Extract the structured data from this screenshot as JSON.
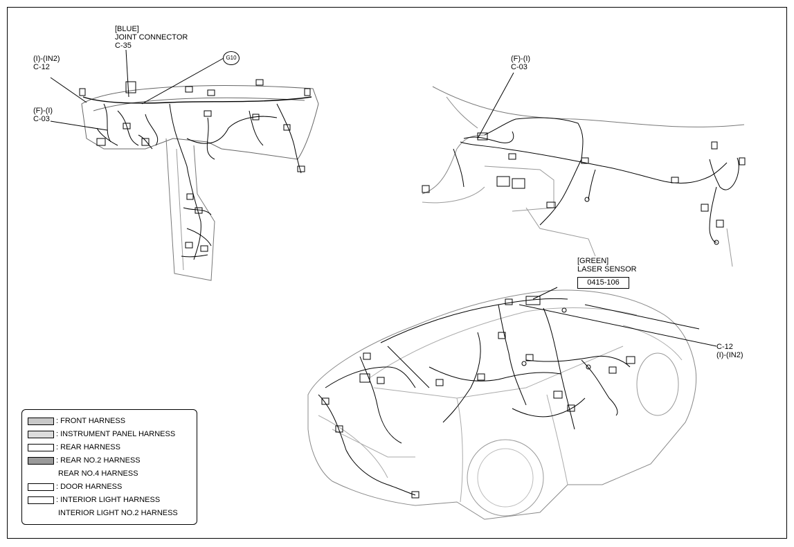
{
  "callouts": {
    "blue_connector": {
      "color": "[BLUE]",
      "name": "JOINT CONNECTOR",
      "code": "C-35"
    },
    "left_in2": {
      "line1": "(I)-(IN2)",
      "line2": "C-12"
    },
    "left_fi": {
      "line1": "(F)-(I)",
      "line2": "C-03"
    },
    "ground": "G10",
    "right_fi": {
      "line1": "(F)-(I)",
      "line2": "C-03"
    },
    "laser_sensor": {
      "color": "[GREEN]",
      "name": "LASER SENSOR",
      "code": "0415-106"
    },
    "car_c12": {
      "line1": "C-12",
      "line2": "(I)-(IN2)"
    }
  },
  "legend": {
    "items": [
      {
        "label": ": FRONT HARNESS",
        "fill": "#c8c8c8"
      },
      {
        "label": ": INSTRUMENT PANEL HARNESS",
        "fill": "#d8d8d8"
      },
      {
        "label": ": REAR HARNESS",
        "fill": "#ffffff"
      },
      {
        "label": ": REAR NO.2 HARNESS",
        "fill": "#9a9a9a"
      },
      {
        "label": "REAR NO.4 HARNESS",
        "fill": null
      },
      {
        "label": ": DOOR HARNESS",
        "fill": "#ffffff"
      },
      {
        "label": ": INTERIOR LIGHT HARNESS",
        "fill": "#ffffff"
      },
      {
        "label": "INTERIOR LIGHT NO.2 HARNESS",
        "fill": null
      }
    ]
  }
}
